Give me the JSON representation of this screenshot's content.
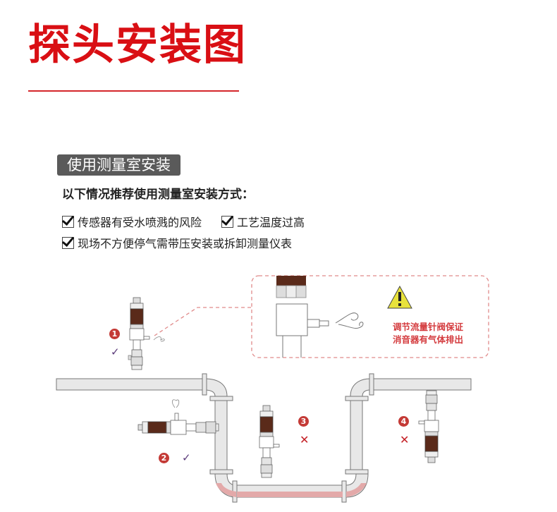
{
  "header": {
    "title": "探头安装图"
  },
  "section": {
    "badge": "使用测量室安装",
    "intro": "以下情况推荐使用测量室安装方式：",
    "conditions": [
      "传感器有受水喷溅的风险",
      "工艺温度过高",
      "现场不方便停气需带压安装或拆卸测量仪表"
    ]
  },
  "diagram": {
    "callout": {
      "warning_icon": "warning-triangle-icon",
      "warning_lines": [
        "调节流量针阀保证",
        "消音器有气体排出"
      ]
    },
    "positions": [
      {
        "number": "1",
        "result": "✓",
        "status": "correct"
      },
      {
        "number": "2",
        "result": "✓",
        "status": "correct"
      },
      {
        "number": "3",
        "result": "✕",
        "status": "incorrect"
      },
      {
        "number": "4",
        "result": "✕",
        "status": "incorrect"
      }
    ],
    "colors": {
      "accent": "#d90f14",
      "sensor_body": "#5a2a1a",
      "pipe_fill": "#e8e8e8",
      "liquid": "#e3a9a9",
      "callout_border": "#e08a8a",
      "warning": "#e8e23c",
      "ok_mark": "#5b3b7a",
      "x_mark": "#c41f25"
    }
  }
}
